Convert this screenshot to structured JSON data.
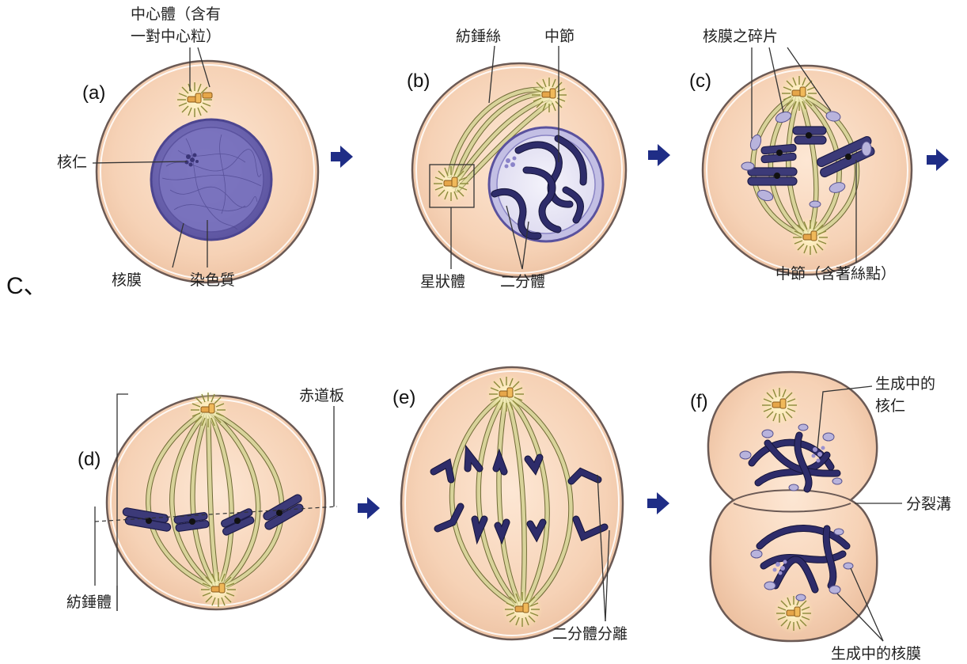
{
  "question_label": "C、",
  "panels": {
    "a": {
      "label": "(a)",
      "centrosome_label": "中心體（含有",
      "centrosome_label_2": "一對中心粒）",
      "nucleolus_label": "核仁",
      "nuclear_envelope_label": "核膜",
      "chromatin_label": "染色質"
    },
    "b": {
      "label": "(b)",
      "spindle_fiber_label": "紡錘絲",
      "centromere_label": "中節",
      "aster_label": "星狀體",
      "dyad_label": "二分體"
    },
    "c": {
      "label": "(c)",
      "envelope_fragments_label": "核膜之碎片",
      "centromere_kinetochore_label": "中節（含著絲點）"
    },
    "d": {
      "label": "(d)",
      "metaphase_plate_label": "赤道板",
      "spindle_label": "紡錘體"
    },
    "e": {
      "label": "(e)",
      "dyad_separation_label": "二分體分離"
    },
    "f": {
      "label": "(f)",
      "forming_nucleolus_label": "生成中的",
      "forming_nucleolus_label_2": "核仁",
      "cleavage_furrow_label": "分裂溝",
      "forming_envelope_label": "生成中的核膜"
    }
  },
  "colors": {
    "cytoplasm": "#f3cdb0",
    "nucleus": "#6f67b4",
    "chromosome": "#3c3a78",
    "spindle_fiber": "#d8d39a",
    "centriole": "#e6a64a",
    "arrow": "#1f2d86"
  },
  "icons": [
    "right-arrow-icon"
  ]
}
